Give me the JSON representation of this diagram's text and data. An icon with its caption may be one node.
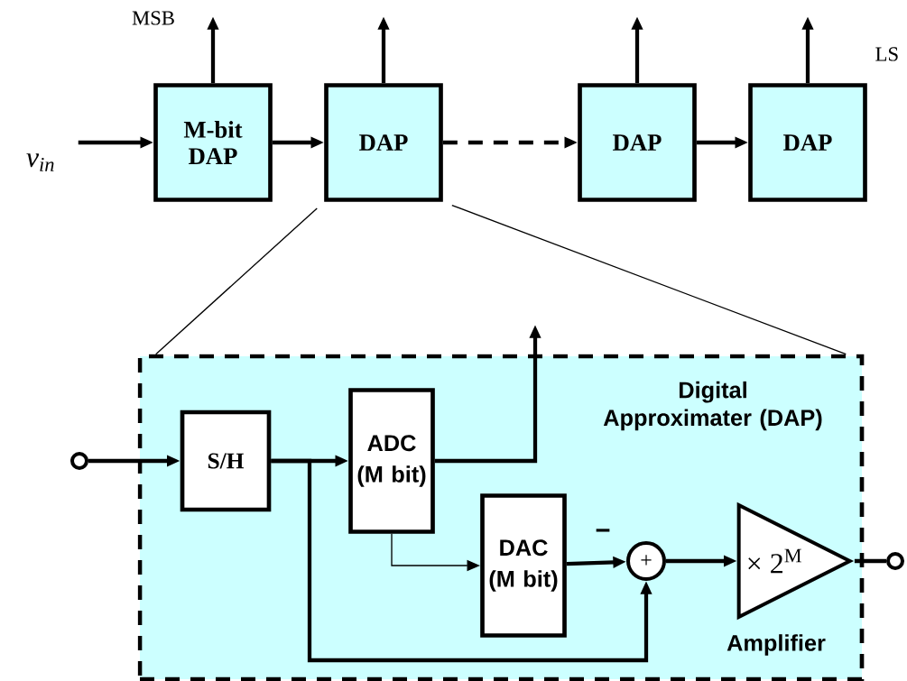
{
  "diagram": {
    "nodes": [
      {
        "text": [
          "v$_{in}$"
        ]
      },
      {
        "text": [
          "M-bit DAP"
        ]
      },
      {
        "text": [
          "DAP"
        ]
      },
      {
        "text": [
          "DAP"
        ]
      },
      {
        "text": [
          "DAP"
        ]
      },
      {
        "text": [
          "Digital Approximater (DAP)"
        ]
      },
      {
        "text": [],
        "shape": "circle"
      },
      {
        "text": [
          "S/H"
        ],
        "in": 5
      },
      {
        "text": [
          "ADC (M bit)"
        ],
        "in": 5
      },
      {
        "text": [
          "DAC (M bit)"
        ],
        "in": 5
      },
      {
        "text": [
          "+"
        ],
        "in": 5
      },
      {
        "text": [
          "× 2$^{M}$"
        ],
        "beside": [
          "Amplifier"
        ],
        "in": 5
      },
      {
        "text": [],
        "shape": "circle"
      }
    ],
    "edges": [
      {
        "from": 0,
        "to": 1,
        "arrow": "to"
      },
      {
        "from": 1,
        "to": 2,
        "arrow": "to"
      },
      {
        "from": 2,
        "to": 3,
        "arrow": "to",
        "style": "dashed"
      },
      {
        "from": 3,
        "to": 4,
        "arrow": "to"
      },
      {
        "from": 1,
        "to": null,
        "arrow": "to"
      },
      {
        "from": 2,
        "to": null,
        "arrow": "to"
      },
      {
        "from": 3,
        "to": null,
        "arrow": "to"
      },
      {
        "from": 4,
        "to": null,
        "arrow": "to"
      },
      {
        "from": 2,
        "to": 5,
        "arrow": "none"
      },
      {
        "from": 2,
        "to": 5,
        "arrow": "none"
      },
      {
        "from": 6,
        "to": 7,
        "arrow": "to"
      },
      {
        "from": 7,
        "to": 8,
        "arrow": "to"
      },
      {
        "from": 7,
        "to": 10,
        "arrow": "to"
      },
      {
        "from": 8,
        "to": null,
        "arrow": "to"
      },
      {
        "from": 8,
        "to": 9,
        "arrow": "to"
      },
      {
        "from": 9,
        "to": 10,
        "arrow": "to",
        "label": "−"
      },
      {
        "from": 10,
        "to": 11,
        "arrow": "to"
      },
      {
        "from": 11,
        "to": 12,
        "arrow": "none"
      }
    ],
    "labels": [
      "MSB",
      "LS"
    ]
  }
}
